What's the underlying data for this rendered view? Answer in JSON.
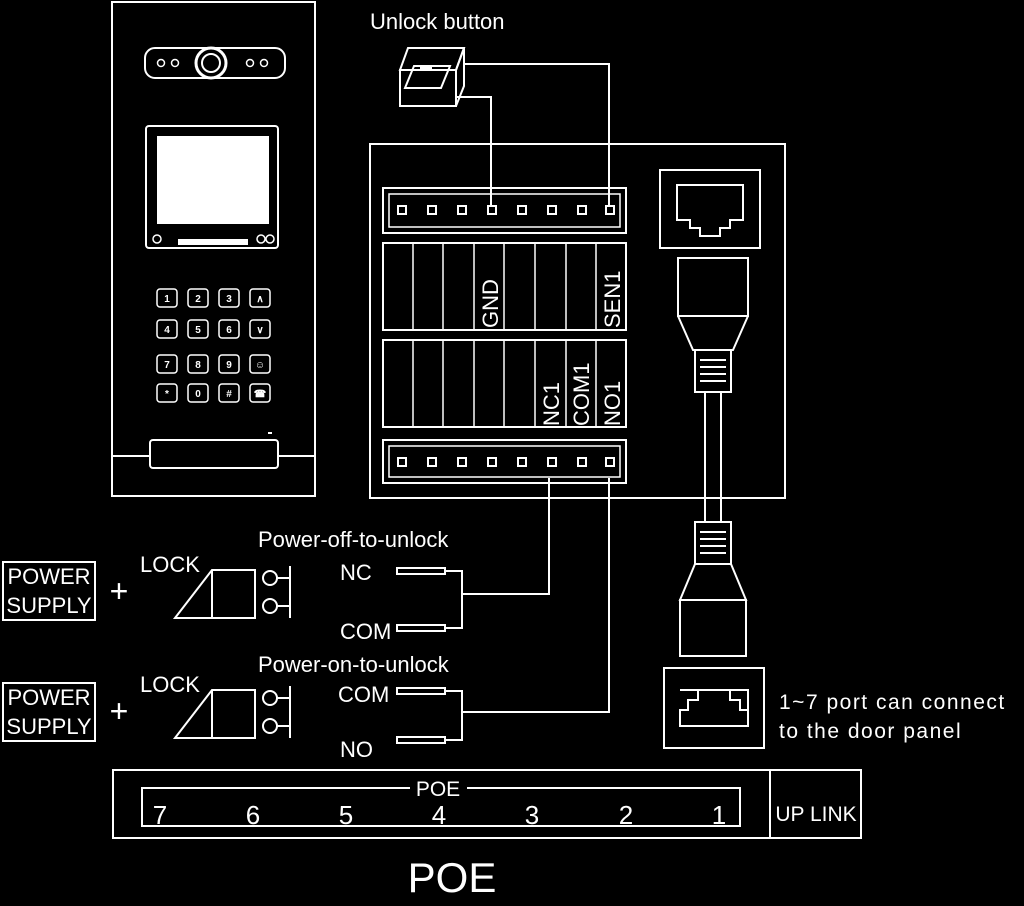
{
  "title_unlock_button": "Unlock button",
  "terminals_top": [
    "GND",
    "SEN1"
  ],
  "terminals_bottom": [
    "NC1",
    "COM1",
    "NO1"
  ],
  "power_supply": [
    "POWER",
    "SUPPLY"
  ],
  "plus": "+",
  "lock": "LOCK",
  "mode_power_off": "Power-off-to-unlock",
  "mode_power_on": "Power-on-to-unlock",
  "contact_nc": "NC",
  "contact_com": "COM",
  "contact_no": "NO",
  "port_note": [
    "1~7 port can connect",
    "to the door panel"
  ],
  "switch": {
    "poe_label": "POE",
    "ports": [
      "7",
      "6",
      "5",
      "4",
      "3",
      "2",
      "1"
    ],
    "uplink": "UP LINK",
    "caption": "POE"
  },
  "keypad": {
    "keys": [
      "1",
      "2",
      "3",
      "∧",
      "4",
      "5",
      "6",
      "∨",
      "7",
      "8",
      "9",
      "☺",
      "*",
      "0",
      "#",
      "☎"
    ]
  }
}
